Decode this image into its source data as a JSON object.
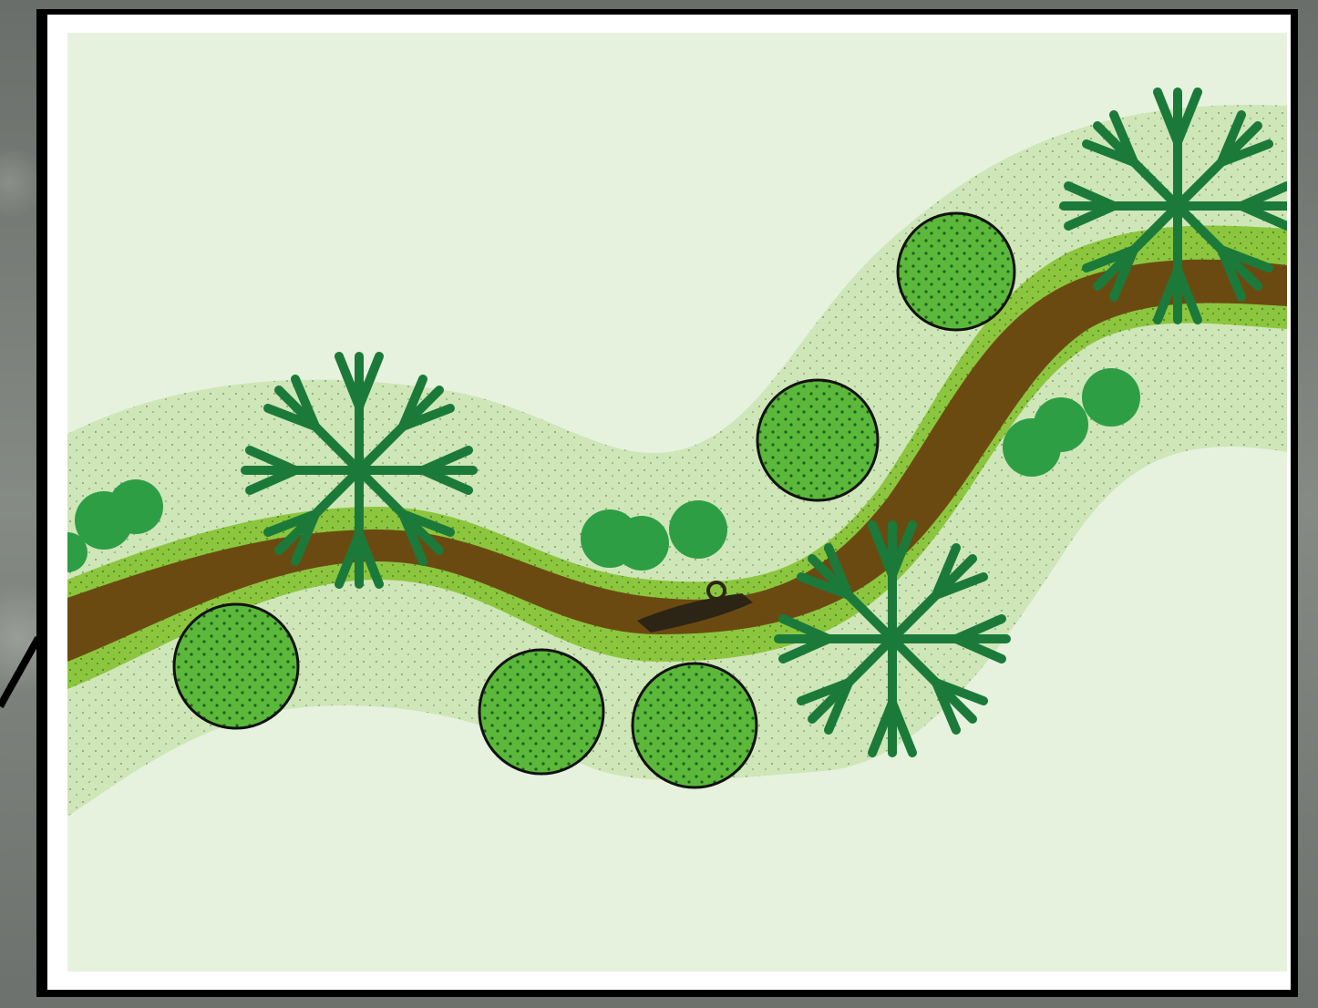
{
  "diagram": {
    "palette": {
      "meadow": "#e6f2de",
      "riparian_buffer": "#cfe6b8",
      "grass_strip": "#8cc63f",
      "channel": "#6b4a12",
      "canopy_tree": "#1b7a3a",
      "shrub": "#5bb83a",
      "round_tree": "#2e9e45",
      "frame": "#000000"
    },
    "elements": [
      "riparian-buffer",
      "grass-strip",
      "stream-channel",
      "canopy-tree",
      "shrub",
      "round-tree",
      "log"
    ]
  }
}
